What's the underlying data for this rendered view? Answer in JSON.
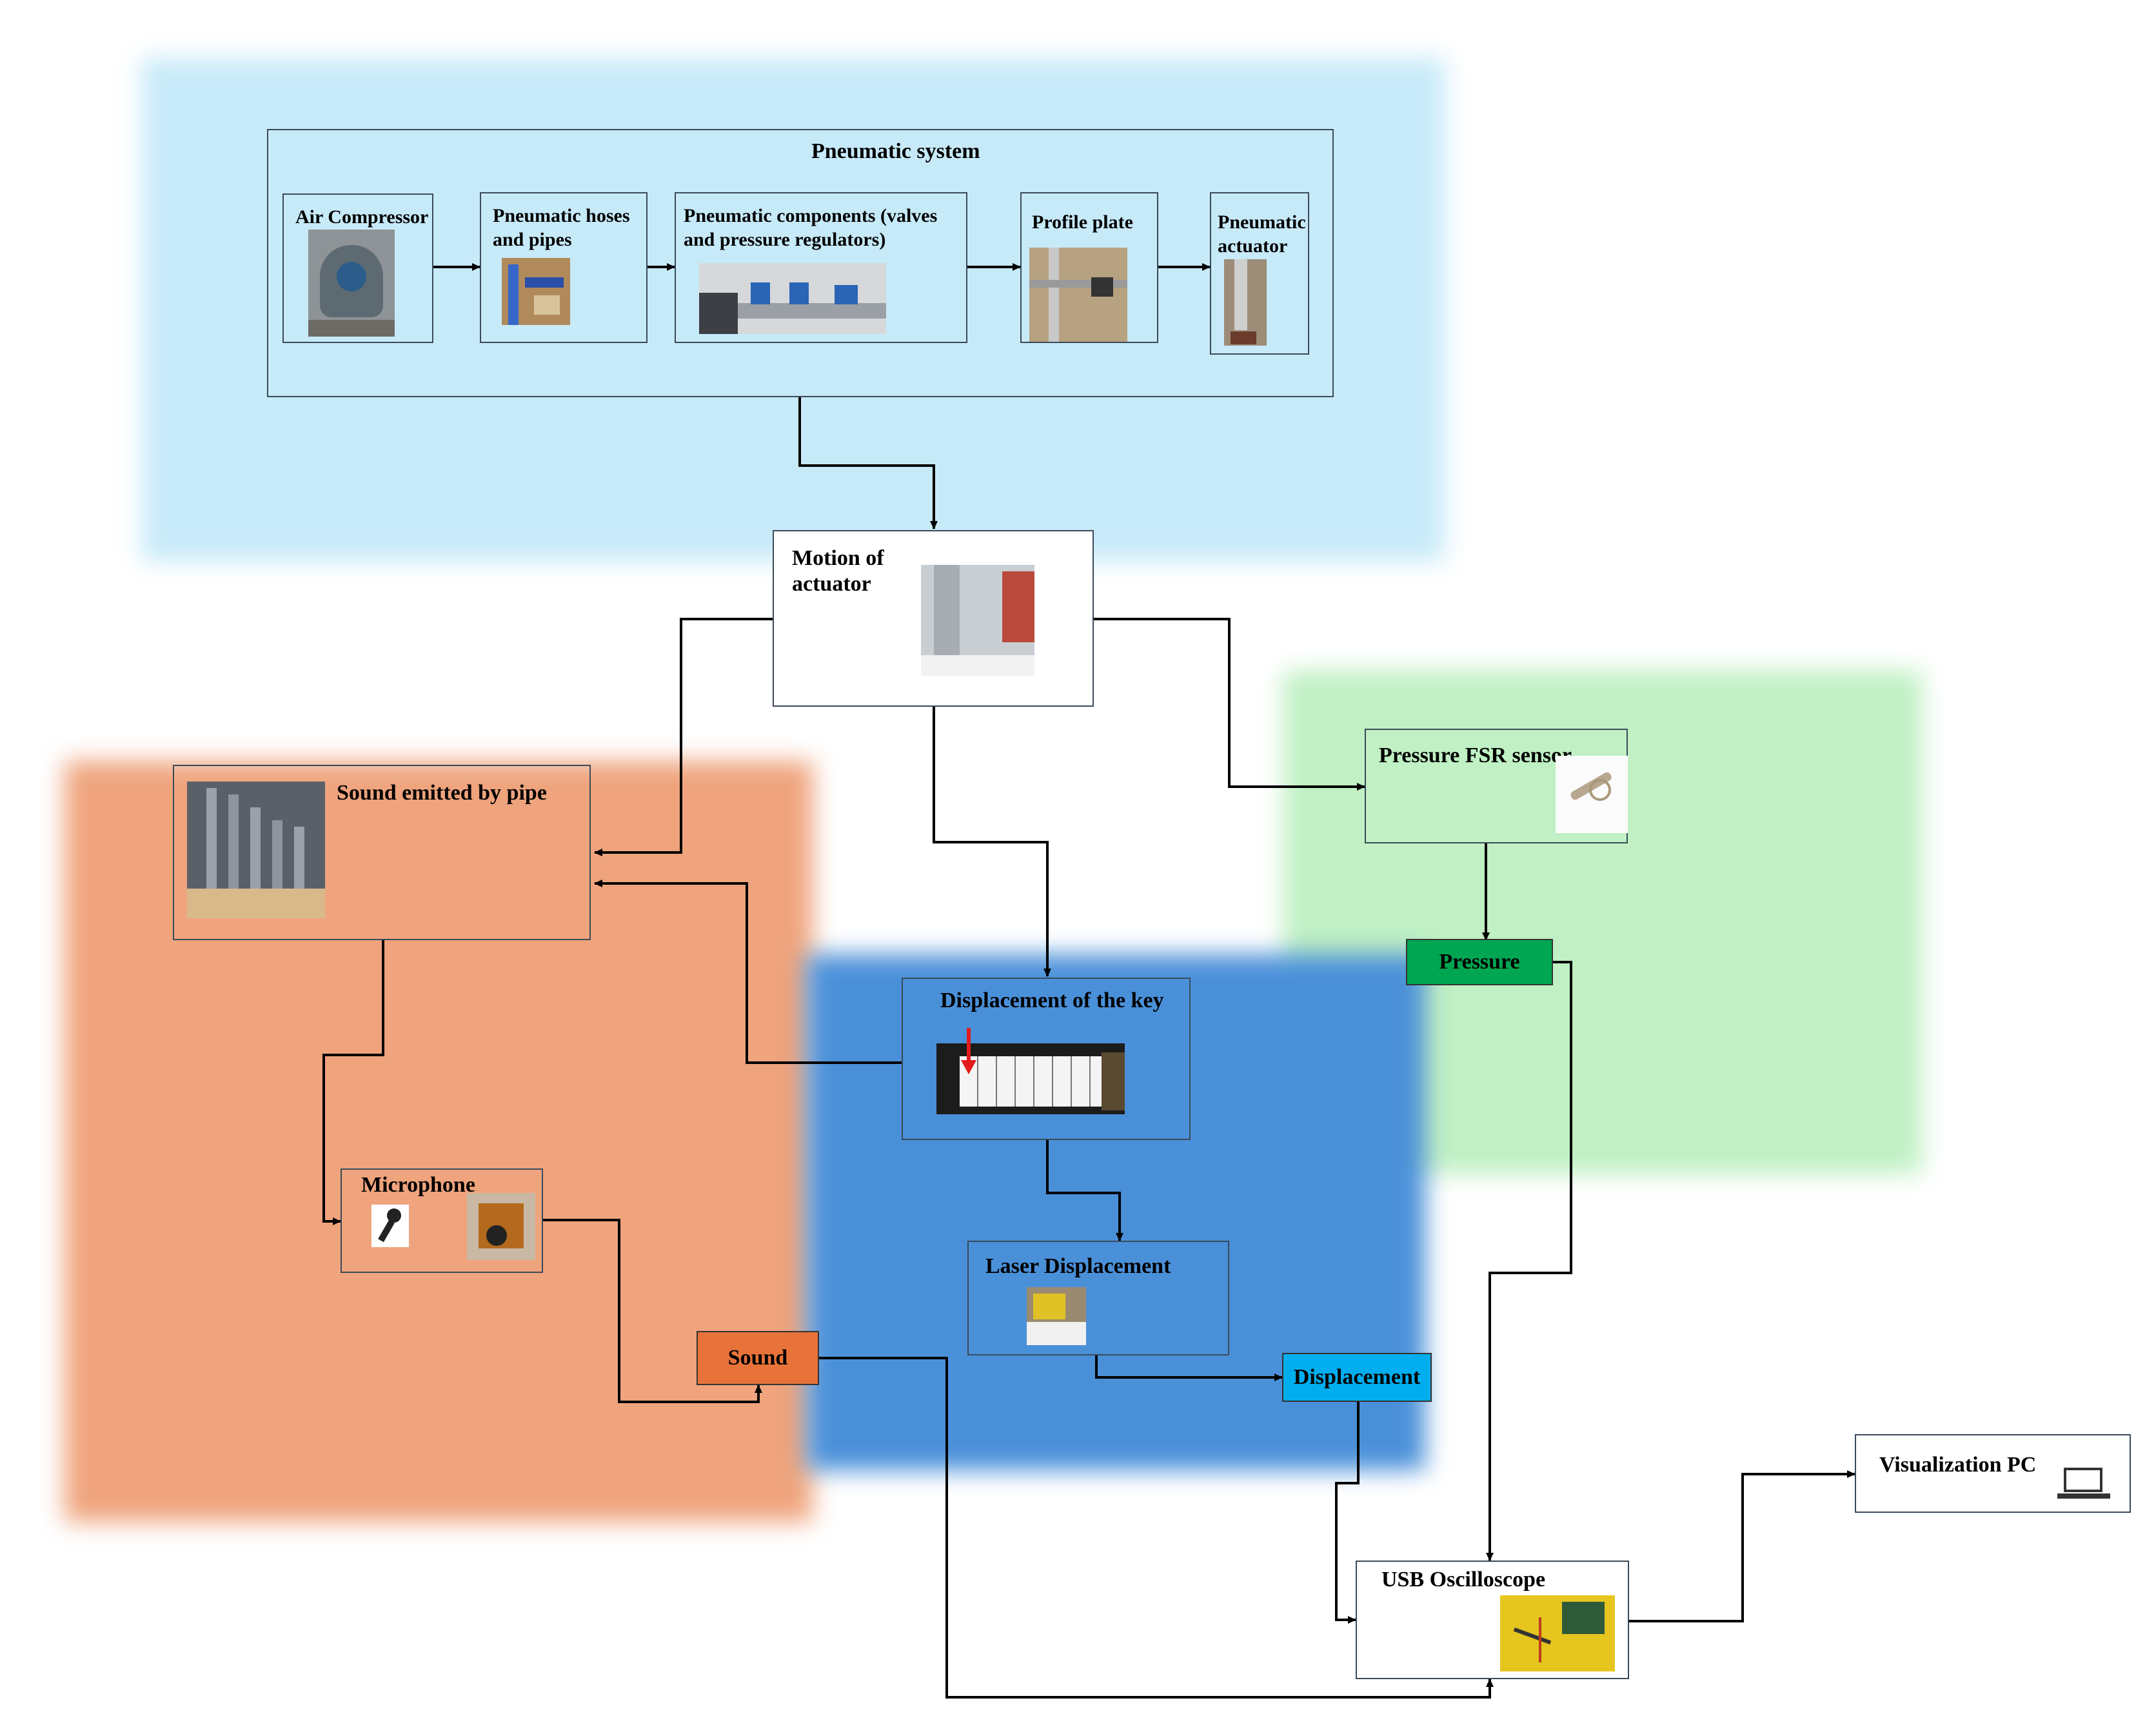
{
  "regions": {
    "pneumatic_color": "#c7eaf9",
    "sound_color": "#efa47d",
    "displacement_color": "#4a90d9",
    "pressure_color": "#c0f0c4"
  },
  "pneumatic_system": {
    "title": "Pneumatic system",
    "components": [
      {
        "label": "Air Compressor"
      },
      {
        "label": "Pneumatic hoses\nand pipes"
      },
      {
        "label": "Pneumatic components (valves\nand pressure regulators)"
      },
      {
        "label": "Profile plate"
      },
      {
        "label": "Pneumatic\nactuator"
      }
    ]
  },
  "nodes": {
    "motion": "Motion of\nactuator",
    "sound_pipe": "Sound emitted by pipe",
    "microphone": "Microphone",
    "displacement_key": "Displacement of the key",
    "laser": "Laser Displacement",
    "fsr": "Pressure FSR sensor",
    "oscilloscope": "USB Oscilloscope",
    "pc": "Visualization PC"
  },
  "signals": {
    "sound": "Sound",
    "pressure": "Pressure",
    "displacement": "Displacement"
  },
  "signal_colors": {
    "sound": "#e8733a",
    "pressure": "#00a651",
    "displacement": "#00aeef"
  },
  "icons": [
    "air-compressor-photo",
    "hoses-photo",
    "valves-photo",
    "profile-plate-photo",
    "actuator-photo",
    "motion-photo",
    "organ-pipes-photo",
    "microphone-icon",
    "microphone-board-photo",
    "piano-keys-photo",
    "red-arrow-icon",
    "laser-sensor-photo",
    "fsr-sensor-photo",
    "oscilloscope-photo",
    "laptop-icon"
  ]
}
